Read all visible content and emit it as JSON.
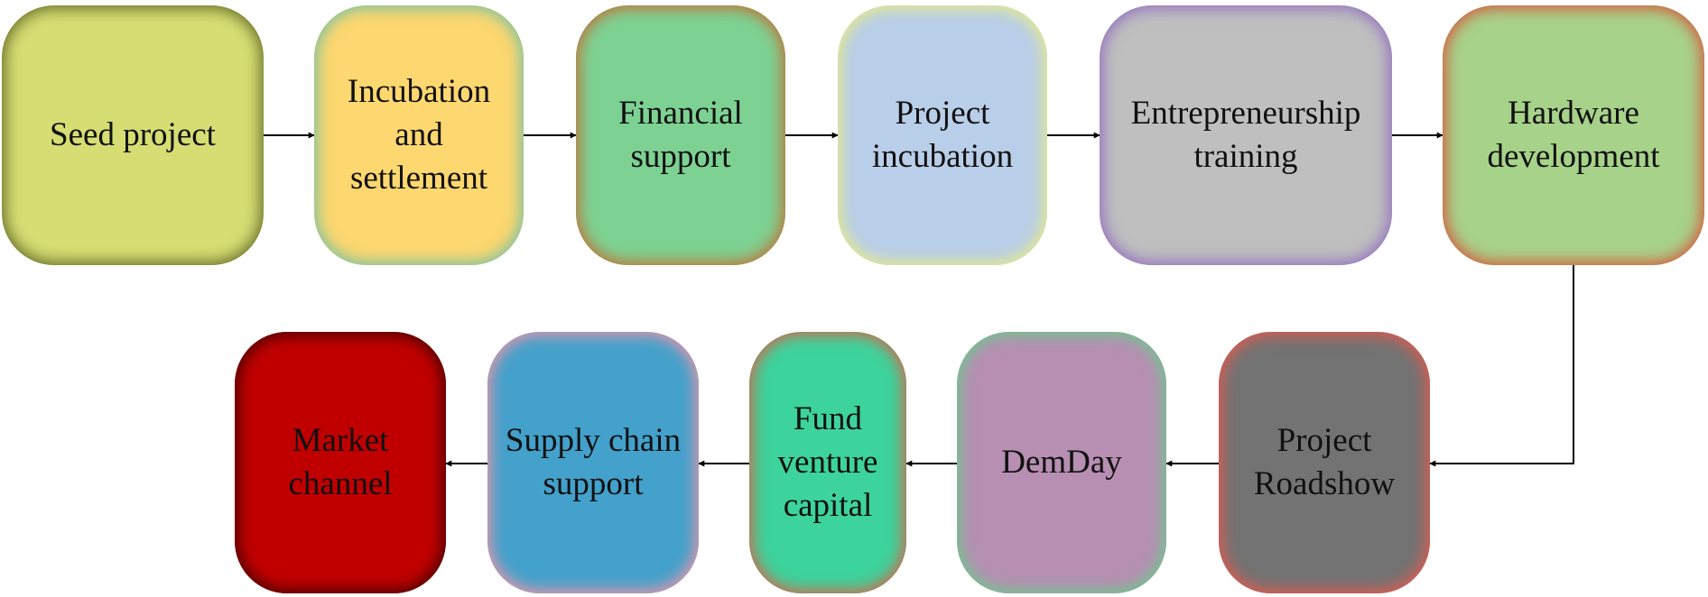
{
  "flow": {
    "nodes": [
      {
        "id": "seed-project",
        "label": "Seed project",
        "fill": "#d5dd73",
        "edge": "#6b6f2a"
      },
      {
        "id": "incubation-settlement",
        "label": "Incubation and settlement",
        "fill": "#fdd76f",
        "edge": "#7fc2a0"
      },
      {
        "id": "financial-support",
        "label": "Financial support",
        "fill": "#7dd293",
        "edge": "#c0733a"
      },
      {
        "id": "project-incubation",
        "label": "Project incubation",
        "fill": "#b9cee8",
        "edge": "#e6ea8a"
      },
      {
        "id": "entrepreneurship-training",
        "label": "Entrepreneurship training",
        "fill": "#bfbfbf",
        "edge": "#9473bf"
      },
      {
        "id": "hardware-development",
        "label": "Hardware development",
        "fill": "#a7d28a",
        "edge": "#d35c3f"
      },
      {
        "id": "project-roadshow",
        "label": "Project Roadshow",
        "fill": "#737373",
        "edge": "#e05a4f"
      },
      {
        "id": "demday",
        "label": "DemDay",
        "fill": "#b68fb2",
        "edge": "#6ec78c"
      },
      {
        "id": "fund-venture-capital",
        "label": "Fund venture capital",
        "fill": "#3dd39c",
        "edge": "#d1684f"
      },
      {
        "id": "supply-chain-support",
        "label": "Supply chain support",
        "fill": "#43a1cb",
        "edge": "#e796a9"
      },
      {
        "id": "market-channel",
        "label": "Market channel",
        "fill": "#c00000",
        "edge": "#4a0000"
      }
    ],
    "line_color": "#000000"
  }
}
